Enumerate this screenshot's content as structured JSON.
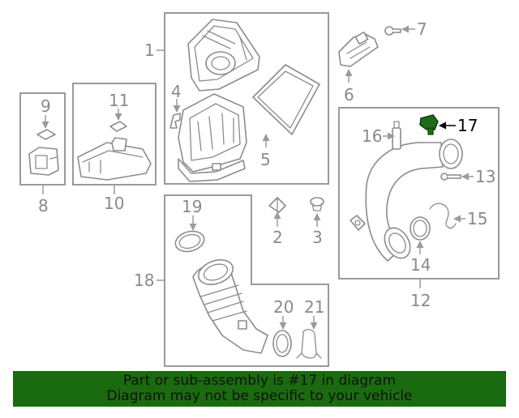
{
  "callouts": {
    "c1": "1",
    "c2": "2",
    "c3": "3",
    "c4": "4",
    "c5": "5",
    "c6": "6",
    "c7": "7",
    "c8": "8",
    "c9": "9",
    "c10": "10",
    "c11": "11",
    "c12": "12",
    "c13": "13",
    "c14": "14",
    "c15": "15",
    "c16": "16",
    "c17": "17",
    "c18": "18",
    "c19": "19",
    "c20": "20",
    "c21": "21"
  },
  "highlighted_part": "17",
  "colors": {
    "banner_background": "#1a6b0f",
    "highlighted_part": "#1f6a18",
    "line_art": "#8c8c8c",
    "callout_text": "#8a8a8a"
  },
  "banner": {
    "line1": "Part or sub-assembly is #17 in diagram",
    "line2": "Diagram may not be specific to your vehicle"
  }
}
